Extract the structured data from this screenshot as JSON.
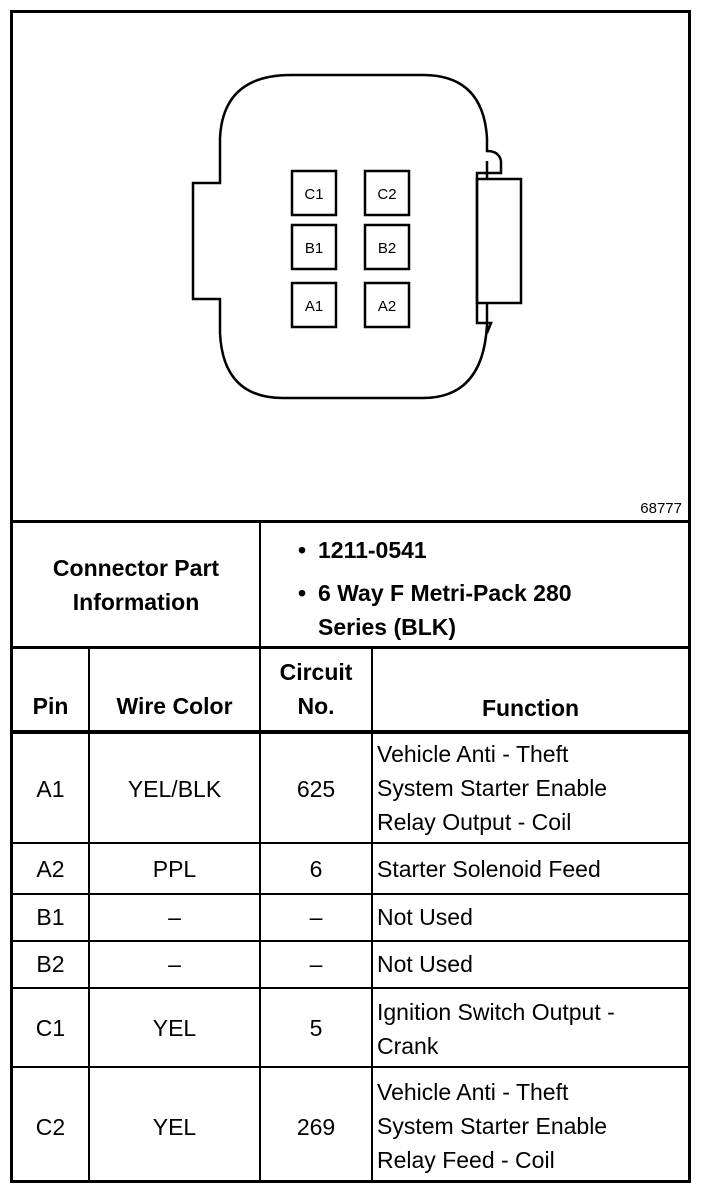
{
  "diagram": {
    "pins": [
      {
        "label": "C1"
      },
      {
        "label": "C2"
      },
      {
        "label": "B1"
      },
      {
        "label": "B2"
      },
      {
        "label": "A1"
      },
      {
        "label": "A2"
      }
    ],
    "drawing_number": "68777"
  },
  "part_info": {
    "heading_line1": "Connector Part",
    "heading_line2": "Information",
    "bullets": [
      {
        "line1": "1211-0541",
        "line2": ""
      },
      {
        "line1": "6 Way F Metri-Pack 280",
        "line2": "Series (BLK)"
      }
    ]
  },
  "table": {
    "headers": {
      "pin": "Pin",
      "wire_color": "Wire Color",
      "circuit_line1": "Circuit",
      "circuit_line2": "No.",
      "function": "Function"
    },
    "rows": [
      {
        "pin": "A1",
        "wire_color": "YEL/BLK",
        "circuit": "625",
        "function": [
          "Vehicle Anti - Theft",
          "System Starter Enable",
          "Relay Output - Coil"
        ]
      },
      {
        "pin": "A2",
        "wire_color": "PPL",
        "circuit": "6",
        "function": [
          "Starter Solenoid Feed"
        ]
      },
      {
        "pin": "B1",
        "wire_color": "–",
        "circuit": "–",
        "function": [
          "Not Used"
        ]
      },
      {
        "pin": "B2",
        "wire_color": "–",
        "circuit": "–",
        "function": [
          "Not Used"
        ]
      },
      {
        "pin": "C1",
        "wire_color": "YEL",
        "circuit": "5",
        "function": [
          "Ignition Switch Output -",
          "Crank"
        ]
      },
      {
        "pin": "C2",
        "wire_color": "YEL",
        "circuit": "269",
        "function": [
          "Vehicle Anti - Theft",
          "System Starter Enable",
          "Relay Feed - Coil"
        ]
      }
    ]
  }
}
